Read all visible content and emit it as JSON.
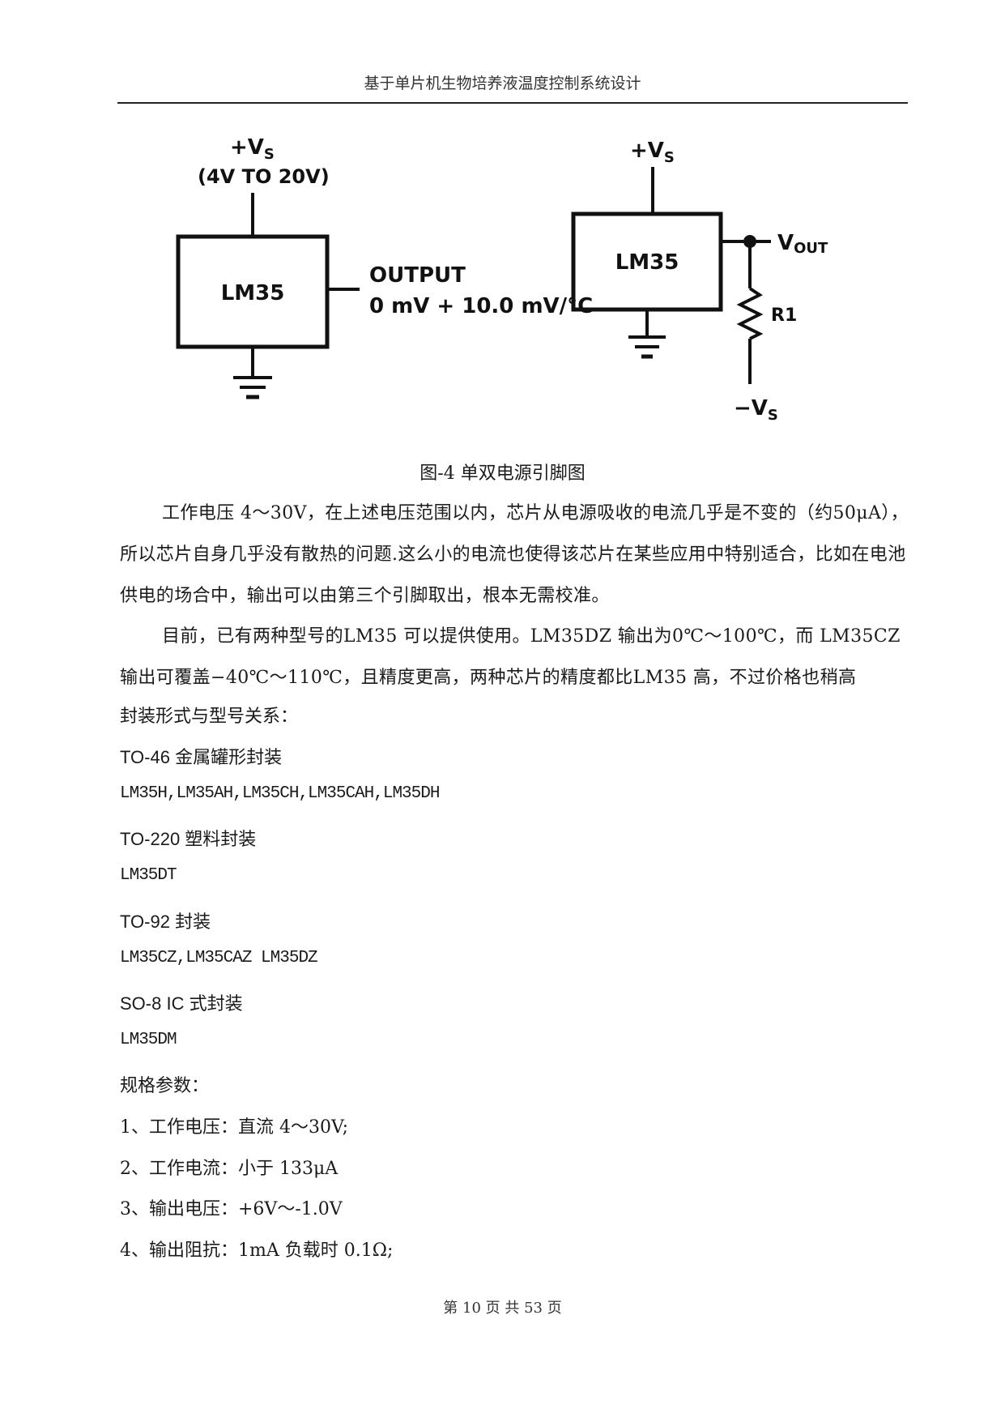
{
  "header": {
    "title": "基于单片机生物培养液温度控制系统设计"
  },
  "diagram": {
    "left": {
      "supply_label": "+V",
      "supply_sub": "S",
      "supply_range": "(4V TO 20V)",
      "chip": "LM35",
      "output_label": "OUTPUT",
      "output_formula": "0 mV + 10.0 mV/°C"
    },
    "right": {
      "supply_label": "+V",
      "supply_sub": "S",
      "chip": "LM35",
      "vout_label": "V",
      "vout_sub": "OUT",
      "resistor": "R1",
      "neg_supply_label": "−V",
      "neg_supply_sub": "S"
    }
  },
  "caption": "图-4 单双电源引脚图",
  "paragraphs": [
    "工作电压 4～30V，在上述电压范围以内，芯片从电源吸收的电流几乎是不变的（约50μA），所以芯片自身几乎没有散热的问题.这么小的电流也使得该芯片在某些应用中特别适合，比如在电池供电的场合中，输出可以由第三个引脚取出，根本无需校准。",
    "目前，已有两种型号的LM35 可以提供使用。LM35DZ 输出为0℃～100℃，而 LM35CZ 输出可覆盖−40℃～110℃，且精度更高，两种芯片的精度都比LM35 高，不过价格也稍高"
  ],
  "lines": {
    "packages_intro": "封装形式与型号关系：",
    "to46": "TO-46 金属罐形封装",
    "to46_models": "LM35H,LM35AH,LM35CH,LM35CAH,LM35DH",
    "to220": "TO-220  塑料封装",
    "to220_models": "LM35DT",
    "to92": "TO-92 封装",
    "to92_models": "LM35CZ,LM35CAZ LM35DZ",
    "so8": "SO-8 IC 式封装",
    "so8_models": "LM35DM",
    "spec_intro": "规格参数：",
    "spec1": "1、工作电压：直流 4～30V;",
    "spec2": "2、工作电流：小于 133μA",
    "spec3": "3、输出电压：+6V～-1.0V",
    "spec4": "4、输出阻抗：1mA 负载时 0.1Ω;"
  },
  "footer": {
    "page": "第 10 页 共 53 页"
  }
}
